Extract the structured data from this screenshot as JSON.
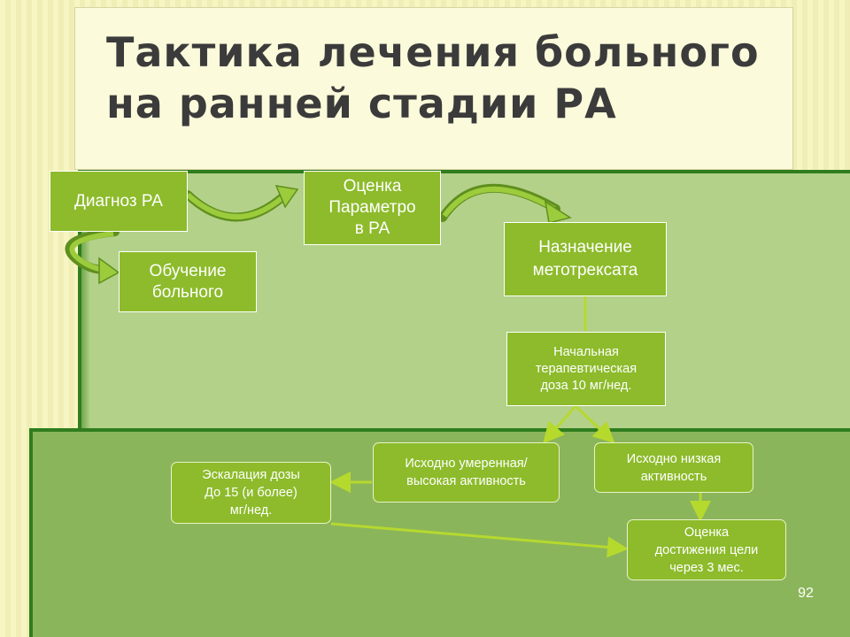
{
  "title": {
    "line1": "Тактика лечения больного",
    "line2": "на ранней стадии РА"
  },
  "nodes": {
    "diagnosis": "Диагноз РА",
    "education": [
      "Обучение",
      "больного"
    ],
    "evaluation": [
      "Оценка",
      "Параметро",
      "в РА"
    ],
    "methotrexate": [
      "Назначение",
      "метотрексата"
    ],
    "starting_dose": [
      "Начальная",
      "терапевтическая",
      "доза 10 мг/нед."
    ],
    "moderate_high": [
      "Исходно умеренная/",
      "высокая активность"
    ],
    "low": [
      "Исходно низкая",
      "активность"
    ],
    "escalation": [
      "Эскалация дозы",
      "До 15 (и более)",
      "мг/нед."
    ],
    "goal_assessment": [
      "Оценка",
      "достижения цели",
      "через 3 мес."
    ]
  },
  "page_number": "92",
  "colors": {
    "background": "#f7f5c1",
    "panel_light": "#b3d189",
    "panel_dark": "#8bb55a",
    "node_fill": "#8dbb2b",
    "border_dark_green": "#2f7d1e",
    "arrow": "#b6d92e"
  }
}
